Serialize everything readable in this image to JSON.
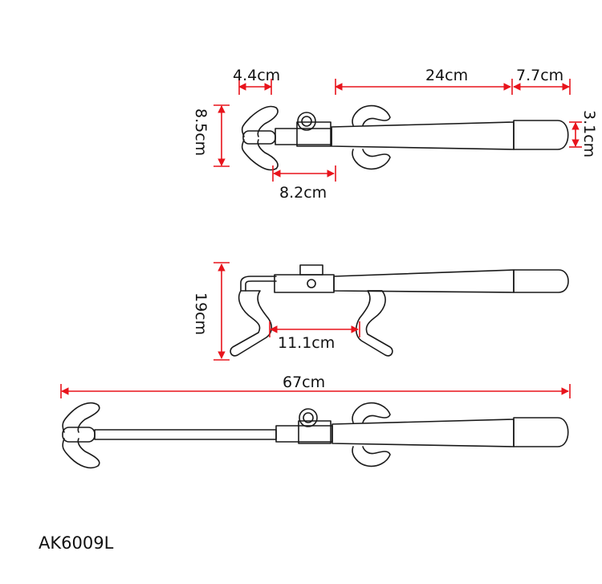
{
  "diagram": {
    "top_view": {
      "dim_hook_width": "4.4cm",
      "dim_bar_length": "24cm",
      "dim_grip_length": "7.7cm",
      "dim_height": "8.5cm",
      "dim_grip_diameter": "3.1cm",
      "dim_lock_offset": "8.2cm"
    },
    "side_view": {
      "dim_height": "19cm",
      "dim_hook_gap": "11.1cm"
    },
    "extended_view": {
      "dim_total_length": "67cm"
    }
  },
  "model_number": "AK6009L",
  "colors": {
    "dimension": "#e8141c",
    "outline": "#1a1a1a"
  }
}
